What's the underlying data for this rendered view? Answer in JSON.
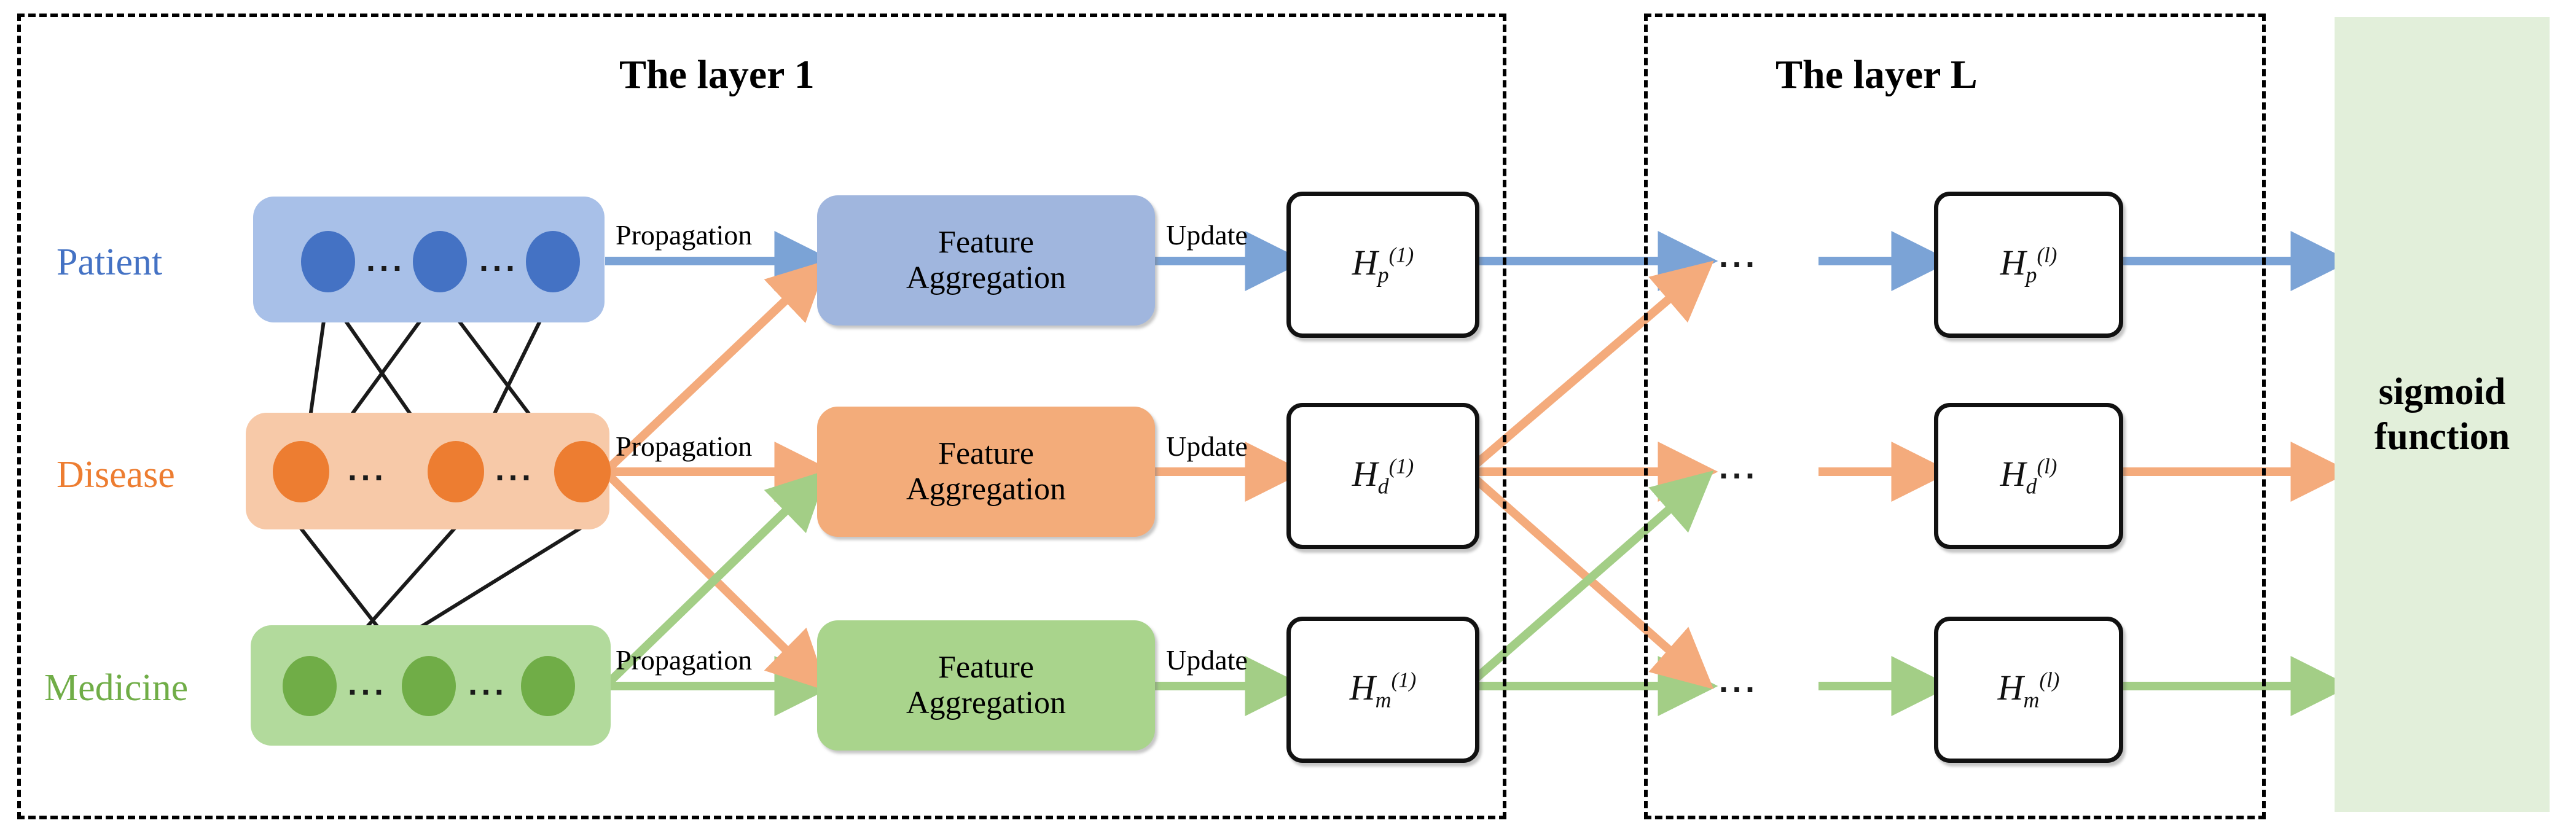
{
  "figure": {
    "title_layer1": "The layer 1",
    "title_layerL": "The layer L",
    "ellipsis": "...",
    "colors": {
      "patient_node": "#4472C4",
      "patient_band": "#A8C0E8",
      "patient_box": "#A0B6DE",
      "patient_arrow": "#7BA3D6",
      "disease_node": "#ED7D31",
      "disease_band": "#F7C9A8",
      "disease_box": "#F3AC7A",
      "disease_arrow": "#F4AB7C",
      "medicine_node": "#70AD47",
      "medicine_band": "#B2DA9C",
      "medicine_box": "#A9D48C",
      "medicine_arrow": "#A3CE86",
      "sigmoid_bg": "#E2EFDA",
      "edge_line": "#1a1a1a",
      "dash_border": "#000000"
    }
  },
  "rows": [
    {
      "key": "patient",
      "label": "Patient",
      "label_color": "#4472C4",
      "propagation_label": "Propagation",
      "update_label": "Update",
      "aggregation_label_line1": "Feature",
      "aggregation_label_line2": "Aggregation",
      "h_layer1": {
        "symbol": "H",
        "subscript": "p",
        "superscript": "(1)"
      },
      "h_layerL": {
        "symbol": "H",
        "subscript": "p",
        "superscript": "(l)"
      }
    },
    {
      "key": "disease",
      "label": "Disease",
      "label_color": "#ED7D31",
      "propagation_label": "Propagation",
      "update_label": "Update",
      "aggregation_label_line1": "Feature",
      "aggregation_label_line2": "Aggregation",
      "h_layer1": {
        "symbol": "H",
        "subscript": "d",
        "superscript": "(1)"
      },
      "h_layerL": {
        "symbol": "H",
        "subscript": "d",
        "superscript": "(l)"
      }
    },
    {
      "key": "medicine",
      "label": "Medicine",
      "label_color": "#70AD47",
      "propagation_label": "Propagation",
      "update_label": "Update",
      "aggregation_label_line1": "Feature",
      "aggregation_label_line2": "Aggregation",
      "h_layer1": {
        "symbol": "H",
        "subscript": "m",
        "superscript": "(1)"
      },
      "h_layerL": {
        "symbol": "H",
        "subscript": "m",
        "superscript": "(l)"
      }
    }
  ],
  "output": {
    "line1": "sigmoid",
    "line2": "function"
  },
  "graph_edges": {
    "patient_to_disease": [
      [
        1,
        1
      ],
      [
        1,
        2
      ],
      [
        2,
        1
      ],
      [
        2,
        3
      ],
      [
        3,
        2
      ]
    ],
    "disease_to_medicine": [
      [
        1,
        2
      ],
      [
        2,
        1
      ],
      [
        3,
        1
      ]
    ]
  }
}
